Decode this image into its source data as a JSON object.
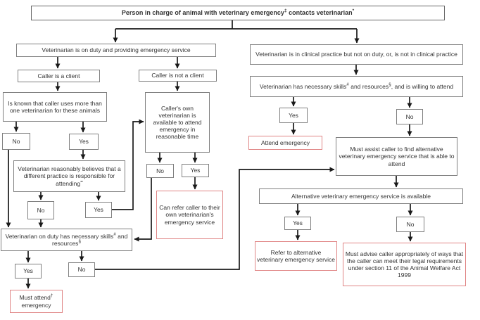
{
  "diagram": {
    "type": "flowchart",
    "subject": "Veterinary emergency decision flowchart"
  },
  "colors": {
    "box_border": "#808080",
    "outcome_border": "#e08585",
    "title_border": "#666666",
    "line": "#1a1a1a",
    "text": "#333333"
  },
  "nodes": [
    {
      "id": "title",
      "kind": "title",
      "text": "Person in charge of animal with veterinary emergency^‡^ contacts veterinarian^*^"
    },
    {
      "id": "on-duty",
      "kind": "step",
      "text": "Veterinarian is on duty and providing emergency service"
    },
    {
      "id": "clinical-practice",
      "kind": "step",
      "text": "Veterinarian is in clinical practice but not on duty, or, is not in clinical practice"
    },
    {
      "id": "caller-client",
      "kind": "step",
      "text": "Caller is a client"
    },
    {
      "id": "caller-not-client",
      "kind": "step",
      "text": "Caller is not a client"
    },
    {
      "id": "skills-willing",
      "kind": "step",
      "text": "Veterinarian has necessary skills^#^ and resources^§^, and is willing to attend"
    },
    {
      "id": "uses-more",
      "kind": "step",
      "text": "Is known that caller uses more than one veterinarian for these animals"
    },
    {
      "id": "callers-own",
      "kind": "step",
      "text": "Caller's own veterinarian is available to attend emergency in reasonable time"
    },
    {
      "id": "yes-r1",
      "kind": "step",
      "text": "Yes"
    },
    {
      "id": "no-r1",
      "kind": "step",
      "text": "No"
    },
    {
      "id": "no-1",
      "kind": "step",
      "text": "No"
    },
    {
      "id": "yes-1",
      "kind": "step",
      "text": "Yes"
    },
    {
      "id": "attend-emergency",
      "kind": "outcome",
      "text": "Attend emergency"
    },
    {
      "id": "must-assist",
      "kind": "step",
      "text": "Must assist caller to find alternative veterinary emergency service that is able to attend"
    },
    {
      "id": "different-practice",
      "kind": "step",
      "text": "Veterinarian reasonably believes that a different practice is responsible for attending^=^"
    },
    {
      "id": "no-3",
      "kind": "step",
      "text": "No"
    },
    {
      "id": "yes-3",
      "kind": "step",
      "text": "Yes"
    },
    {
      "id": "alt-available",
      "kind": "step",
      "text": "Alternative veterinary emergency service is available"
    },
    {
      "id": "can-refer",
      "kind": "outcome",
      "text": "Can refer caller to their own veterinarian's emergency service"
    },
    {
      "id": "no-2",
      "kind": "step",
      "text": "No"
    },
    {
      "id": "yes-2",
      "kind": "step",
      "text": "Yes"
    },
    {
      "id": "yes-r2",
      "kind": "step",
      "text": "Yes"
    },
    {
      "id": "no-r2",
      "kind": "step",
      "text": "No"
    },
    {
      "id": "on-duty-skills",
      "kind": "step",
      "text": "Veterinarian on duty has necessary skills^#^ and resources^§^"
    },
    {
      "id": "refer-alt",
      "kind": "outcome",
      "text": "Refer to alternative veterinary emergency service"
    },
    {
      "id": "must-advise",
      "kind": "outcome",
      "text": "Must advise caller appropriately of ways that the caller can meet their legal requirements under section 11 of the Animal Welfare Act 1999"
    },
    {
      "id": "yes-4",
      "kind": "step",
      "text": "Yes"
    },
    {
      "id": "no-4",
      "kind": "step",
      "text": "No"
    },
    {
      "id": "must-attend",
      "kind": "outcome",
      "text": "Must attend^†^ emergency"
    }
  ]
}
